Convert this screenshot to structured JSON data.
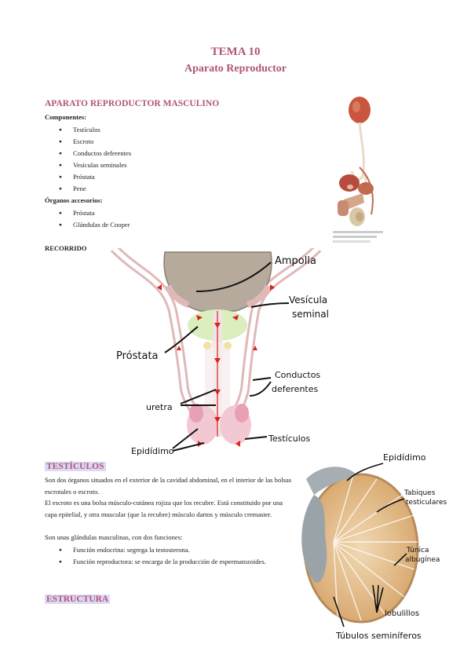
{
  "header": {
    "tema": "TEMA 10",
    "subtitle": "Aparato Reproductor"
  },
  "masculino": {
    "heading": "APARATO REPRODUCTOR MASCULINO",
    "componentes_label": "Componentes:",
    "componentes": [
      "Testículos",
      "Escroto",
      "Conductos deferentes",
      "Vesículas seminales",
      "Próstata",
      "Pene"
    ],
    "accesorios_label": "Órganos accesorios:",
    "accesorios": [
      "Próstata",
      "Glándulas de Cooper"
    ]
  },
  "recorrido": {
    "label": "RECORRIDO",
    "labels": {
      "ampolla": "Ampolla",
      "vesicula": "Vesícula",
      "seminal": "seminal",
      "prostata": "Próstata",
      "conductos": "Conductos",
      "deferentes": "deferentes",
      "uretra": "uretra",
      "epididimo": "Epidídimo",
      "testiculos": "Testículos"
    }
  },
  "testiculos": {
    "heading": "TESTÍCULOS",
    "p1": "Son dos órganos situados en el exterior de la cavidad abdominal, en el interior de las bolsas escrotales o escroto.",
    "p2": "El escroto es una bolsa músculo-cutánea rojiza que los recubre. Está constituido por una capa epitelial, y otra muscular (que la recubre) músculo dartos y músculo cremaster.",
    "p3": "Son unas glándulas masculinas, con dos funciones:",
    "funciones": [
      "Función endocrina: segrega la testosterona.",
      "Función reproductora: se encarga de la producción de espermatozoides."
    ],
    "labels": {
      "epididimo": "Epidídimo",
      "tabiques": "Tabiques",
      "testiculares": "testiculares",
      "tunica": "Túnica",
      "albuginea": "albugínea",
      "lobulillos": "lobulillos",
      "tubulos": "Túbulos seminíferos"
    }
  },
  "estructura": {
    "heading": "ESTRUCTURA"
  },
  "colors": {
    "accent": "#b05579",
    "highlight": "#dcd9f4"
  }
}
